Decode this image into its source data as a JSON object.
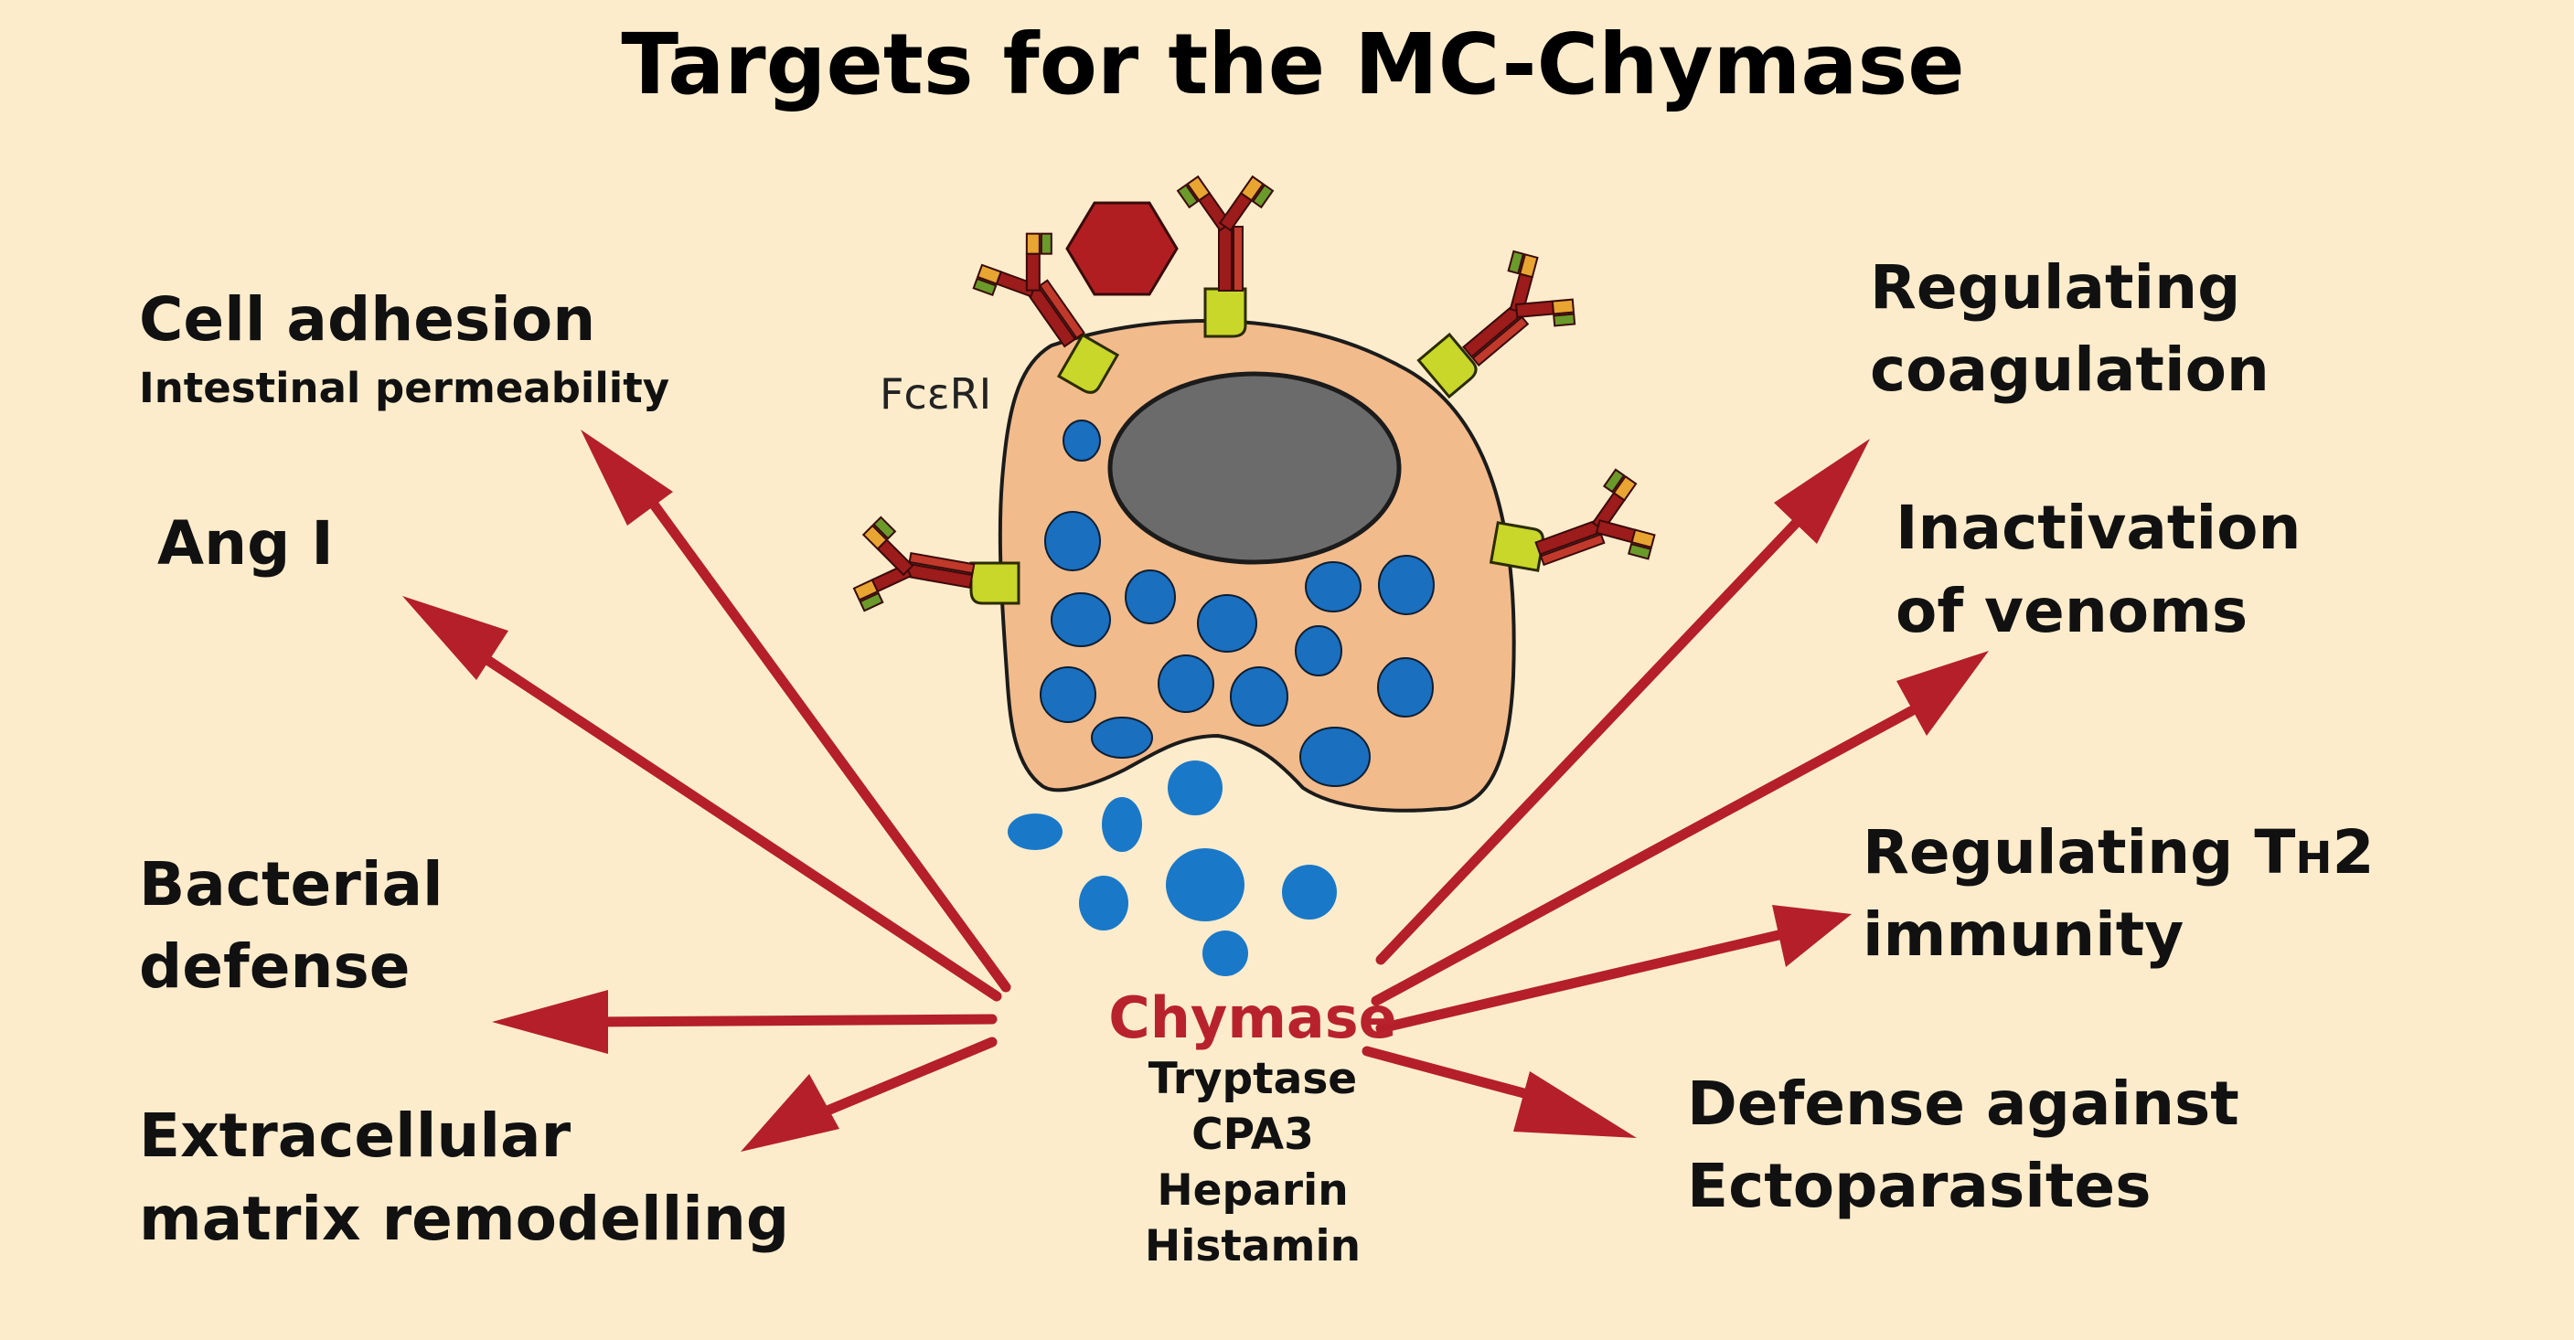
{
  "title": "Targets for the MC-Chymase",
  "receptor_label": "FcεRI",
  "center": {
    "main": "Chymase",
    "mediators": [
      "Tryptase",
      "CPA3",
      "Heparin",
      "Histamin"
    ]
  },
  "targets_left": {
    "cell_adhesion": {
      "line1": "Cell adhesion",
      "sub": "Intestinal permeability"
    },
    "ang": {
      "line1": "Ang I"
    },
    "bacterial": {
      "line1": "Bacterial",
      "line2": "defense"
    },
    "ecm": {
      "line1": "Extracellular",
      "line2": "matrix remodelling"
    }
  },
  "targets_right": {
    "coagulation": {
      "line1": "Regulating",
      "line2": "coagulation"
    },
    "venoms": {
      "line1": "Inactivation",
      "line2": "of  venoms"
    },
    "th2": {
      "line1": "Regulating T",
      "sub_h": "H",
      "line1_end": "2",
      "line2": "immunity"
    },
    "ectoparasites": {
      "line1": "Defense against",
      "line2": "Ectoparasites"
    }
  },
  "colors": {
    "background": "#fdeccc",
    "arrow": "#b41f2a",
    "chymase_text": "#b8222d",
    "cell_body": "#f2bb8c",
    "nucleus": "#6b6b6b",
    "granule": "#1a6fbf",
    "receptor": "#c9d62a",
    "antigen": "#b11e21"
  }
}
